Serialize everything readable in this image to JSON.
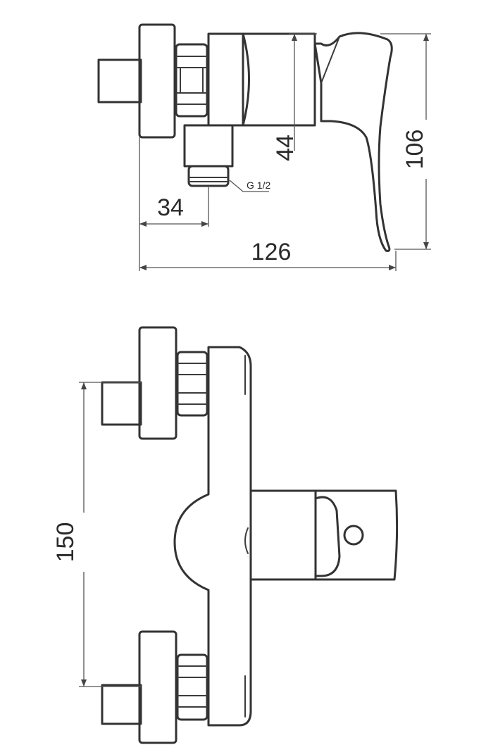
{
  "drawing": {
    "side_view": {
      "dims": {
        "total_length": "126",
        "height": "106",
        "body_depth": "44",
        "outlet_offset": "34"
      },
      "thread_label": "G 1/2"
    },
    "front_view": {
      "dims": {
        "inlet_spacing": "150"
      }
    }
  }
}
